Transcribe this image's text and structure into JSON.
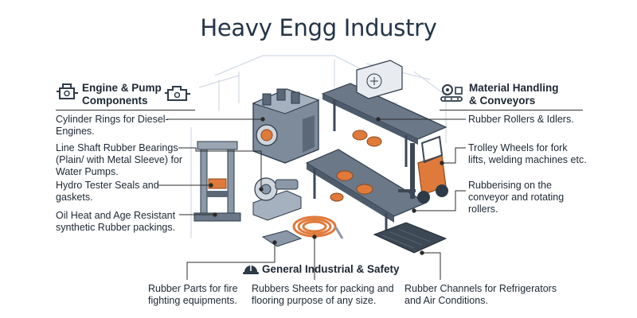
{
  "title": "Heavy Engg Industry",
  "sections": {
    "engine": {
      "heading_line1": "Engine & Pump",
      "heading_line2": "Components",
      "items": [
        {
          "line1": "Cylinder Rings for Diesel-",
          "line2": "Engines."
        },
        {
          "line1": "Line Shaft Rubber Bearings",
          "line2": "(Plain/ with Metal Sleeve) for",
          "line3": "Water Pumps."
        },
        {
          "line1": "Hydro Tester Seals and",
          "line2": "gaskets."
        },
        {
          "line1": "Oil Heat and Age Resistant",
          "line2": "synthetic Rubber packings."
        }
      ]
    },
    "material": {
      "heading_line1": "Material Handling",
      "heading_line2": "& Conveyors",
      "items": [
        {
          "line1": "Rubber Rollers & Idlers."
        },
        {
          "line1": "Trolley Wheels for fork",
          "line2": "lifts, welding machines etc."
        },
        {
          "line1": "Rubberising on the",
          "line2": "conveyor and rotating",
          "line3": "rollers."
        }
      ]
    },
    "general": {
      "heading": "General Industrial & Safety",
      "items": [
        {
          "line1": "Rubber Parts for fire",
          "line2": "fighting equipments."
        },
        {
          "line1": "Rubbers Sheets for packing and",
          "line2": "flooring purpose of any size."
        },
        {
          "line1": "Rubber Channels for Refrigerators",
          "line2": "and Air Conditions."
        }
      ]
    }
  },
  "colors": {
    "accent_orange": "#e07a3a",
    "steel_grey": "#8b98a8",
    "dark_steel": "#4e5b6b",
    "line": "#2b2b2b",
    "sketch": "#c9d3de"
  },
  "icons": [
    "engine-icon",
    "engine-warning-icon",
    "conveyor-icon",
    "helmet-icon"
  ]
}
